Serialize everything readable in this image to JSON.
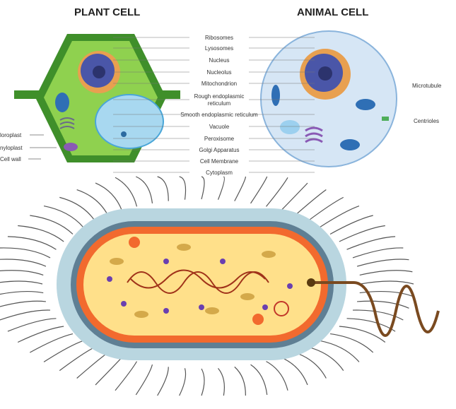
{
  "titles": {
    "plant": "PLANT CELL",
    "animal": "ANIMAL CELL"
  },
  "center_labels": [
    "Ribosomes",
    "Lysosomes",
    "Nucleus",
    "Nucleolus",
    "Mitochondrion",
    "Rough endoplasmic",
    "reticulum",
    "Smooth endoplasmic reticulum",
    "Vacuole",
    "Peroxisome",
    "Golgi Apparatus",
    "Cell Membrane",
    "Cytoplasm"
  ],
  "left_labels": [
    "loroplast",
    "nyloplast",
    "Cell wall"
  ],
  "right_labels": [
    "Microtubule",
    "Centrioles"
  ],
  "colors": {
    "plant_wall": "#3f8f2a",
    "plant_cyto": "#8fd14f",
    "animal_cyto": "#d6e6f5",
    "bacteria_capsule": "#b9d6e0",
    "bacteria_membrane": "#f26a2e",
    "bacteria_cyto": "#ffe08a"
  }
}
